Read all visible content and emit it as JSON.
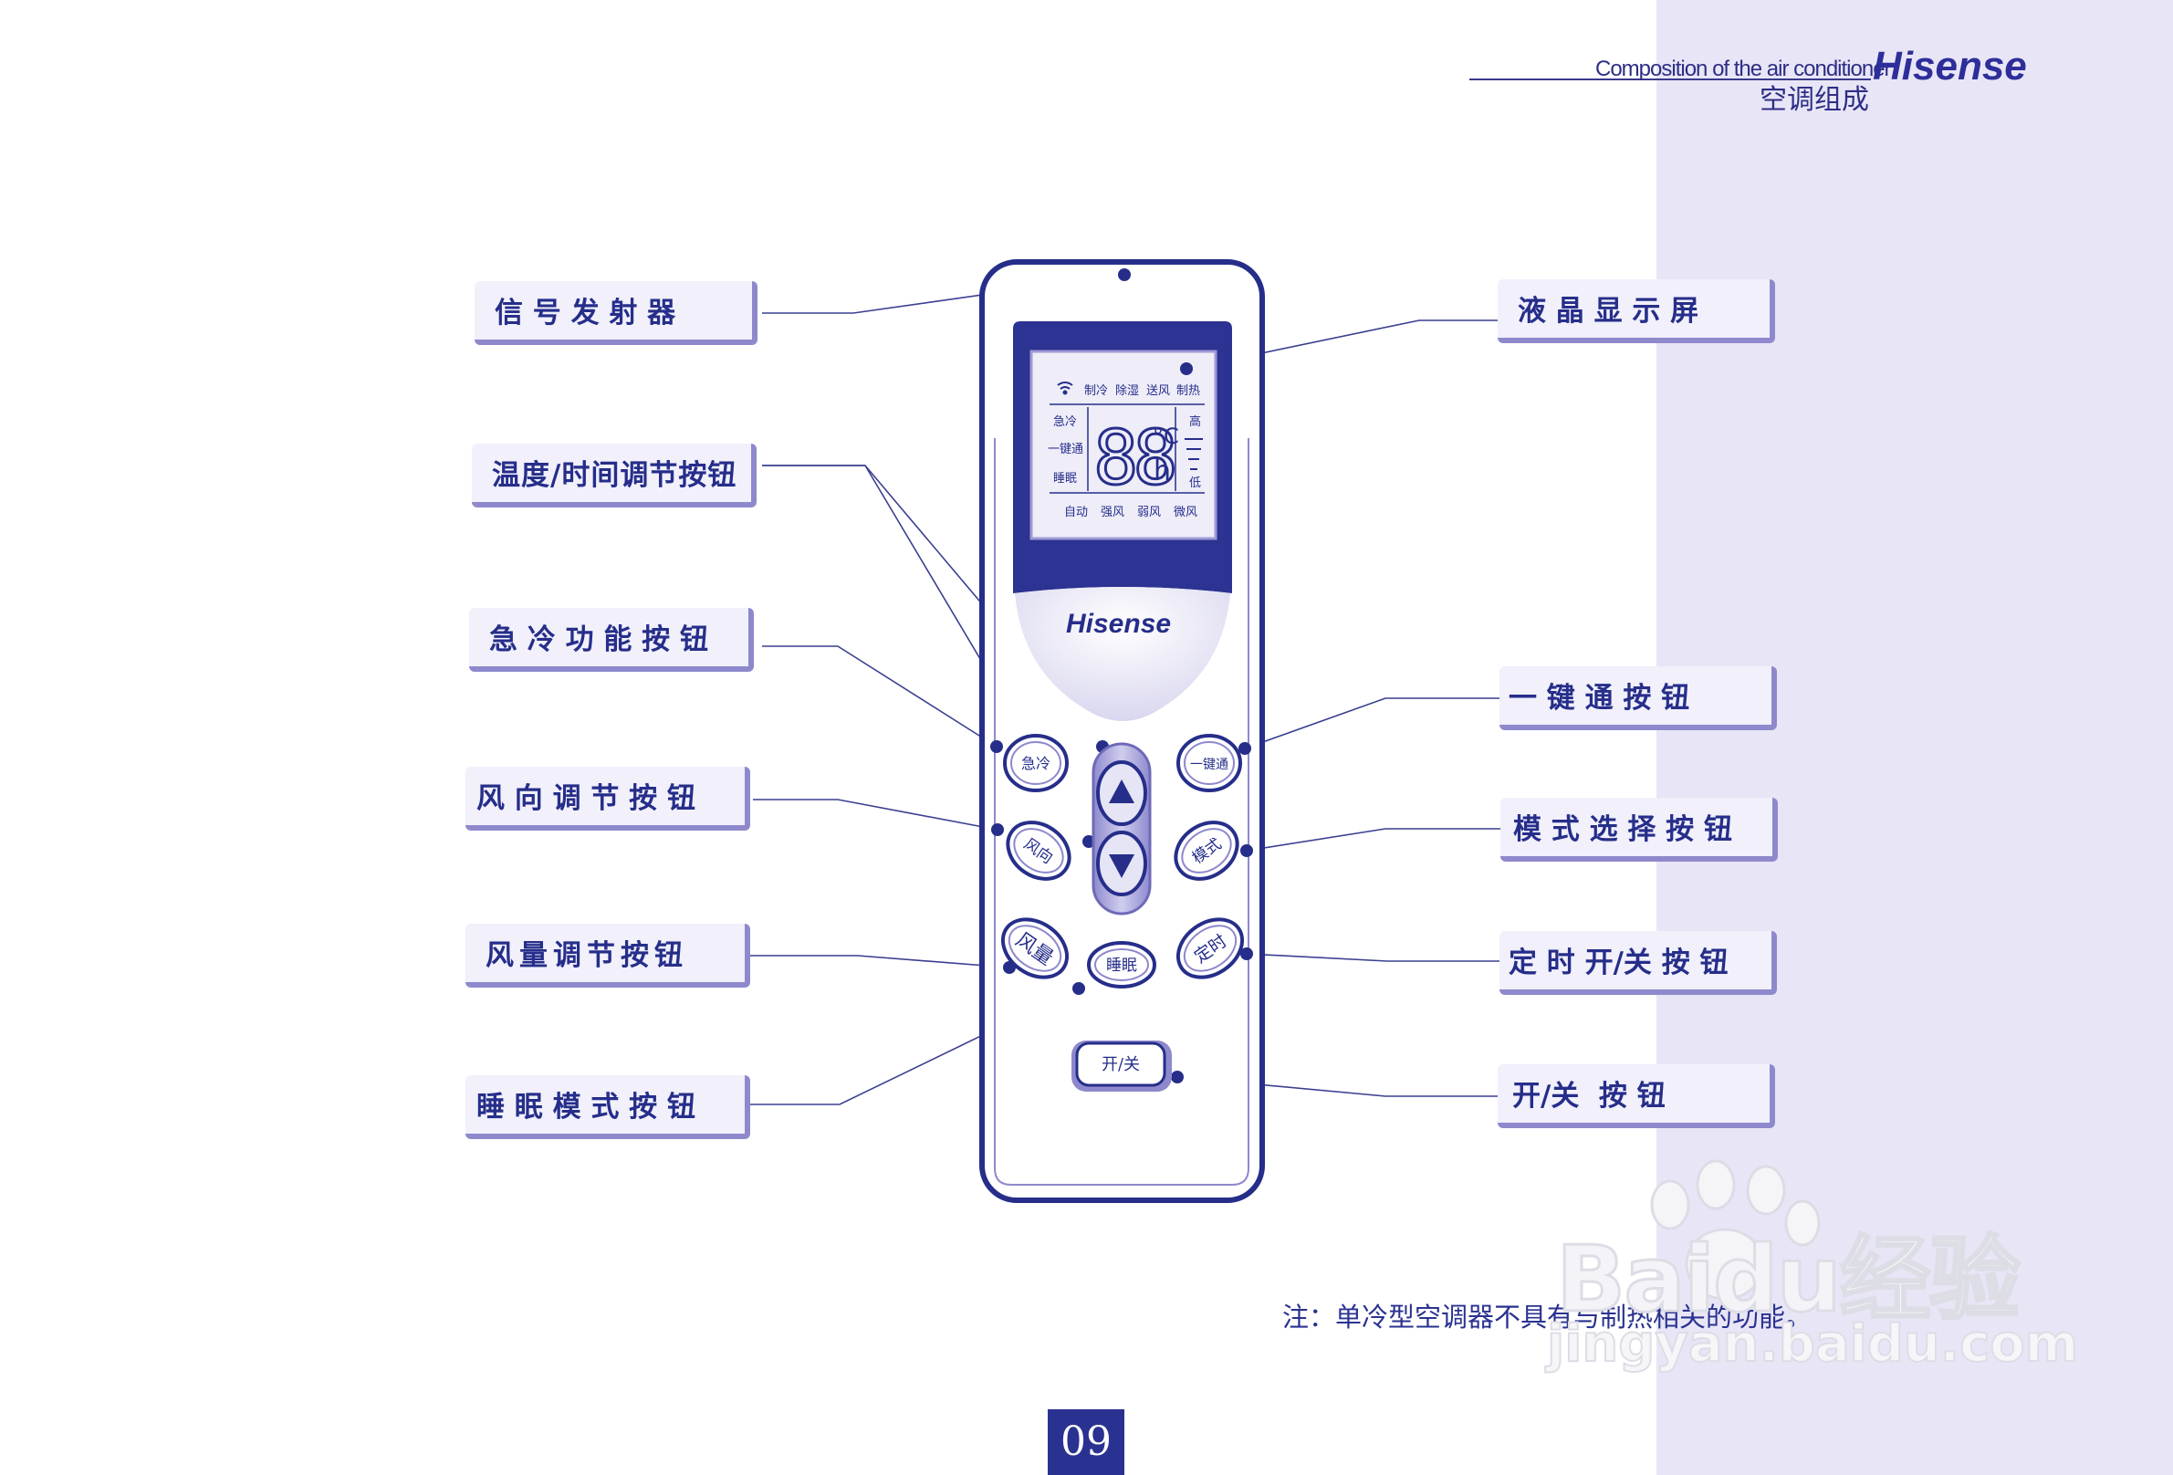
{
  "header": {
    "title_en": "Composition of the air conditioner",
    "title_zh": "空调组成",
    "brand": "Hisense"
  },
  "labels": {
    "signal_emitter": "信 号 发 射 器",
    "temp_time_button": "温度/时间调节按钮",
    "quick_cool_button": "急 冷 功 能 按 钮",
    "wind_direction_button": "风 向 调 节 按 钮",
    "fan_speed_button": "风量调节按钮",
    "sleep_button": "睡 眠 模 式 按 钮",
    "lcd_screen": "液 晶 显 示 屏",
    "one_touch_button": "一 键 通 按 钮",
    "mode_button": "模 式 选 择 按 钮",
    "timer_button": "定 时 开/关 按 钮",
    "power_button": "开/关  按 钮"
  },
  "remote": {
    "brand": "Hisense",
    "lcd": {
      "modes": [
        "制冷",
        "除湿",
        "送风",
        "制热"
      ],
      "left_indicators": [
        "急冷",
        "一键通",
        "睡眠"
      ],
      "digits": "88",
      "unit_temp": "°C",
      "unit_time": "h",
      "fan_high": "高",
      "fan_low": "低",
      "fan_speeds": [
        "自动",
        "强风",
        "弱风",
        "微风"
      ]
    },
    "buttons": {
      "quick_cool": "急冷",
      "one_touch": "一键通",
      "wind_direction": "风向",
      "mode": "模式",
      "fan_speed": "风量",
      "sleep": "睡眠",
      "timer": "定时",
      "power": "开/关"
    }
  },
  "note": "注：单冷型空调器不具有与制热相关的功能。",
  "page_number": "09",
  "watermark": {
    "logo": "Baidu经验",
    "url": "jingyan.baidu.com"
  },
  "colors": {
    "ink": "#262e8a",
    "band": "#e8e6f6",
    "label_shadow": "#8e89cc"
  }
}
